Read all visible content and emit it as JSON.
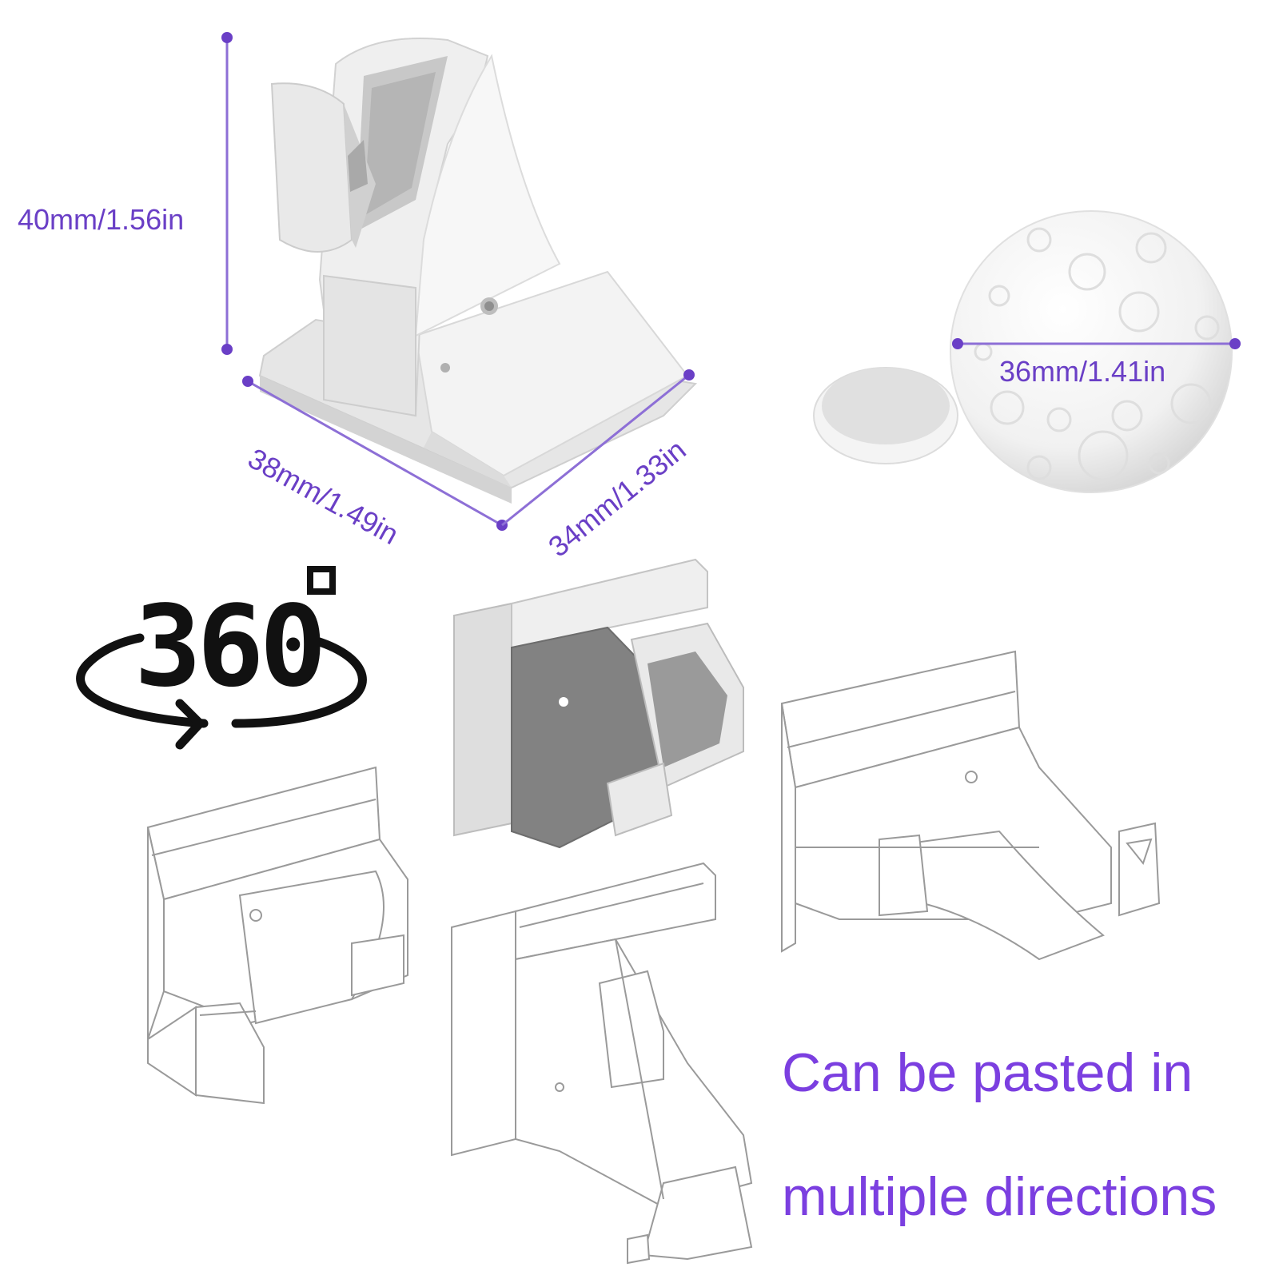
{
  "dimensions": {
    "height": "40mm/1.56in",
    "length": "38mm/1.49in",
    "width": "34mm/1.33in",
    "diameter": "36mm/1.41in"
  },
  "rotation_badge": {
    "label": "360",
    "degree_symbol": "°",
    "icon": "rotate-arrow-icon"
  },
  "caption": {
    "line1": "Can be pasted in",
    "line2": "multiple directions"
  },
  "colors": {
    "accent": "#6a3fc6",
    "caption": "#7b3fe0",
    "part_fill": "#f2f2f2",
    "part_shade": "#d9d9d9",
    "dark_part": "#7f7f7f",
    "outline": "#9a9a9a"
  }
}
